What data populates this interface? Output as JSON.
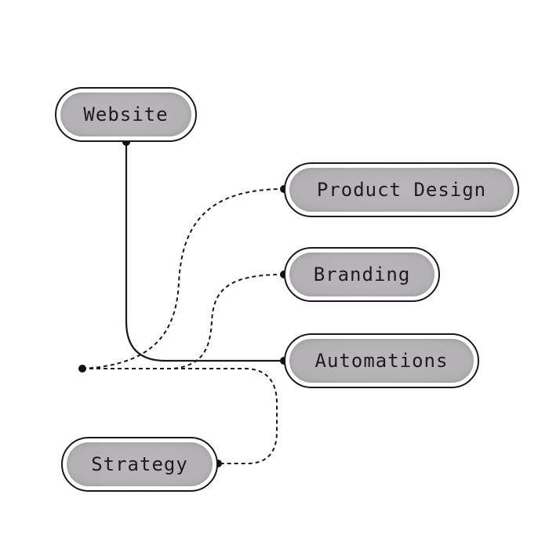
{
  "diagram": {
    "title": "",
    "nodes": [
      {
        "id": "website",
        "label": "Website"
      },
      {
        "id": "product-design",
        "label": "Product Design"
      },
      {
        "id": "branding",
        "label": "Branding"
      },
      {
        "id": "automations",
        "label": "Automations"
      },
      {
        "id": "strategy",
        "label": "Strategy"
      }
    ],
    "edges": [
      {
        "from": "website",
        "to": "automations",
        "style": "solid"
      },
      {
        "from": "origin",
        "to": "product-design",
        "style": "dashed"
      },
      {
        "from": "origin",
        "to": "branding",
        "style": "dashed"
      },
      {
        "from": "origin",
        "to": "strategy",
        "style": "dashed"
      }
    ],
    "colors": {
      "stroke": "#1a1a1a",
      "pill_fill": "#b5b3b5",
      "text": "#1c1c1c",
      "background": "#ffffff"
    }
  }
}
